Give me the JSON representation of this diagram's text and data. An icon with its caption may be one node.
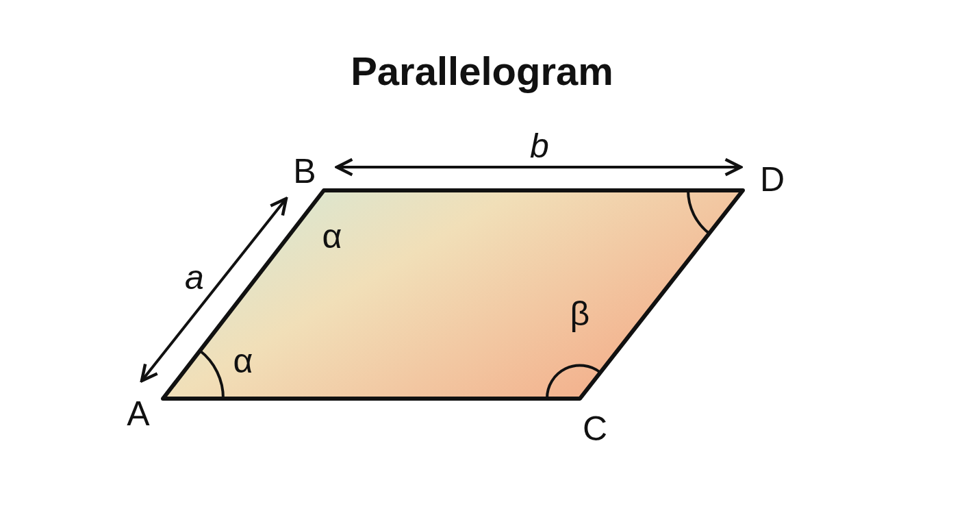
{
  "diagram": {
    "title": "Parallelogram",
    "labels": [
      "b",
      "B",
      "D",
      "α",
      "a",
      "β",
      "α",
      "A",
      "C"
    ]
  }
}
